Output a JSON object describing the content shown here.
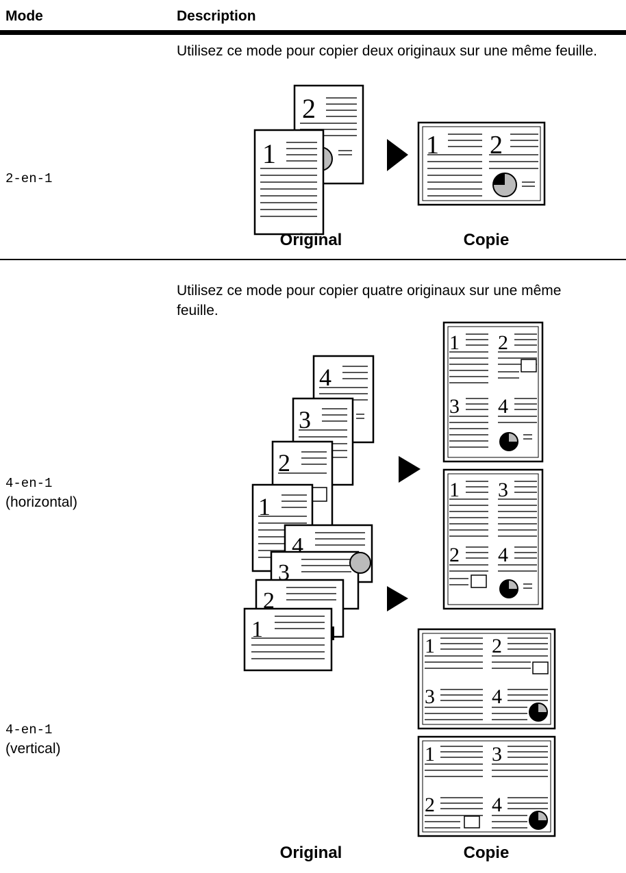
{
  "header": {
    "col_mode": "Mode",
    "col_description": "Description"
  },
  "rows": [
    {
      "mode": "2-en-1",
      "description": "Utilisez ce mode pour copier deux originaux sur une même feuille.",
      "caption_original": "Original",
      "caption_copy": "Copie"
    },
    {
      "mode": "4-en-1",
      "mode_sub": "(horizontal)",
      "description": "Utilisez ce mode pour copier quatre originaux sur une même feuille."
    },
    {
      "mode": "4-en-1",
      "mode_sub": "(vertical)",
      "caption_original": "Original",
      "caption_copy": "Copie"
    }
  ],
  "page_numbers": [
    "1",
    "2",
    "3",
    "4"
  ]
}
